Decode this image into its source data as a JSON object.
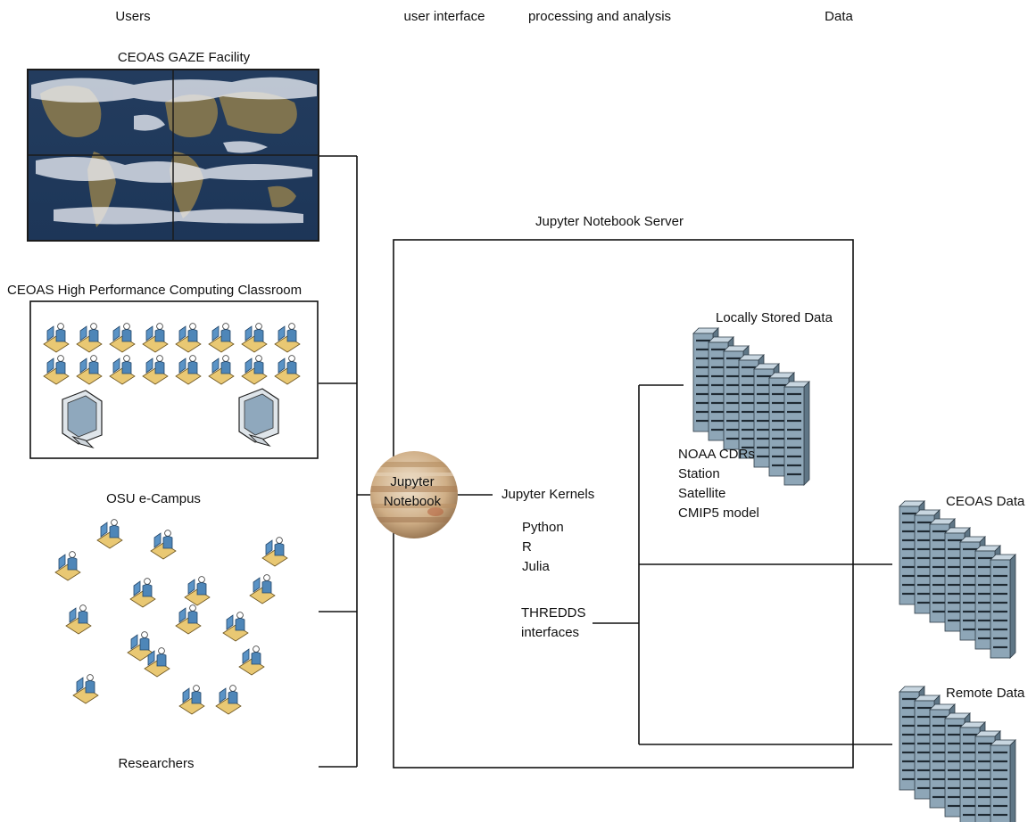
{
  "headers": {
    "users": "Users",
    "user_interface": "user interface",
    "processing": "processing and analysis",
    "data": "Data"
  },
  "user_groups": {
    "gaze": "CEOAS GAZE Facility",
    "hpc_classroom": "CEOAS High Performance Computing Classroom",
    "ecampus": "OSU e-Campus",
    "researchers": "Researchers"
  },
  "server": {
    "title": "Jupyter Notebook Server",
    "notebook_line1": "Jupyter",
    "notebook_line2": "Notebook",
    "kernels_title": "Jupyter Kernels",
    "kernels": [
      "Python",
      "R",
      "Julia"
    ],
    "thredds_line1": "THREDDS",
    "thredds_line2": "interfaces"
  },
  "data_stores": {
    "local_title": "Locally Stored Data",
    "local_items": [
      "NOAA CDRs",
      "Station",
      "Satellite",
      "CMIP5 model"
    ],
    "ceoas": "CEOAS Data",
    "remote": "Remote Data"
  },
  "colors": {
    "line": "#111111",
    "server_rack": "#7f97a8",
    "user_desk": "#e9c873",
    "user_figure": "#4e86b8",
    "jupiter": "#c9a57a"
  },
  "icons": {
    "classroom_users": "computer-user-icon",
    "projector_screens": "monitor-icon",
    "ecampus_users": "computer-user-icon",
    "server_racks": "server-rack-icon",
    "globe_map": "world-map-display"
  }
}
